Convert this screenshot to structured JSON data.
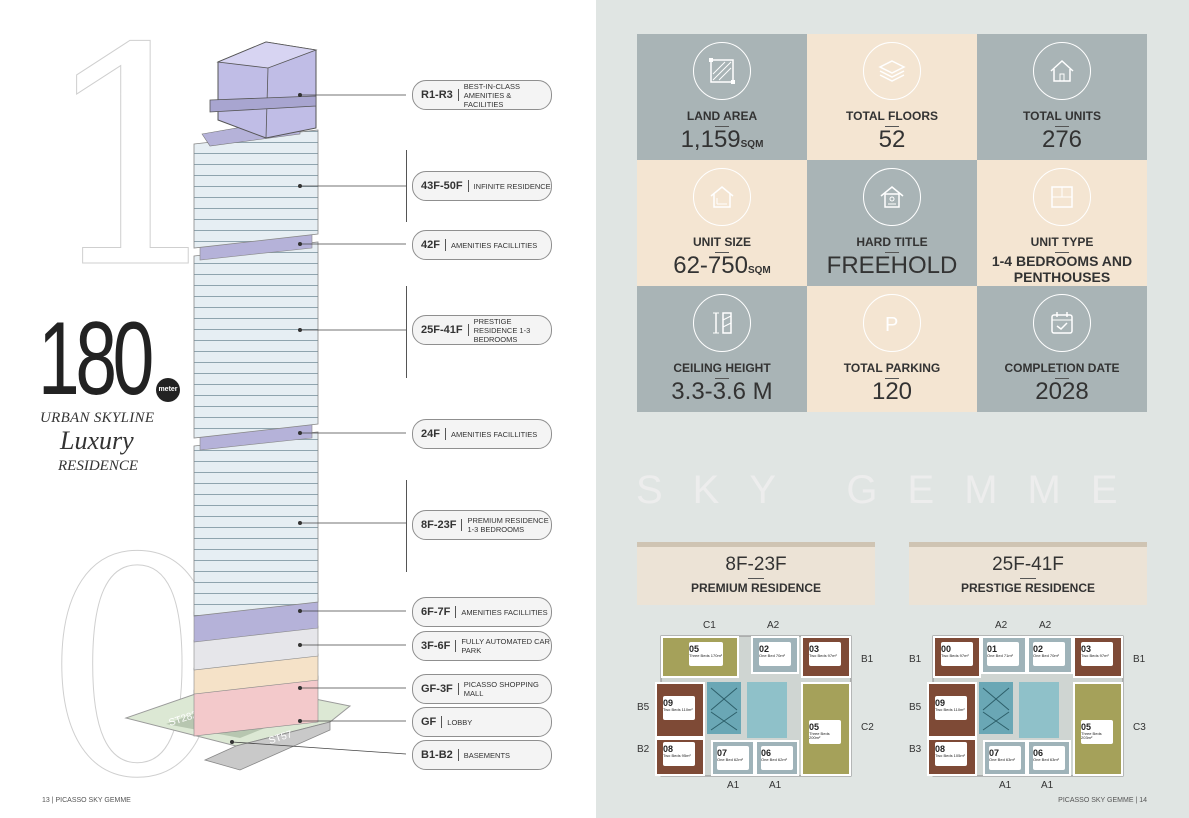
{
  "left": {
    "big_digit_top": "1",
    "big_digit_bottom": "0",
    "height_value": "180",
    "height_unit": "meter",
    "tagline": [
      "URBAN SKYLINE",
      "Luxury",
      "RESIDENCE"
    ],
    "floors": [
      {
        "code": "R1-R3",
        "desc": "BEST-IN-CLASS AMENITIES & FACILITIES"
      },
      {
        "code": "43F-50F",
        "desc": "INFINITE RESIDENCE"
      },
      {
        "code": "42F",
        "desc": "AMENITIES FACILLITIES"
      },
      {
        "code": "25F-41F",
        "desc": "PRESTIGE RESIDENCE 1-3 BEDROOMS"
      },
      {
        "code": "24F",
        "desc": "AMENITIES FACILLITIES"
      },
      {
        "code": "8F-23F",
        "desc": "PREMIUM RESIDENCE 1-3 BEDROOMS"
      },
      {
        "code": "6F-7F",
        "desc": "AMENITIES FACILLITIES"
      },
      {
        "code": "3F-6F",
        "desc": "FULLY AUTOMATED CAR PARK"
      },
      {
        "code": "GF-3F",
        "desc": "PICASSO SHOPPING MALL"
      },
      {
        "code": "GF",
        "desc": "LOBBY"
      },
      {
        "code": "B1-B2",
        "desc": "BASEMENTS"
      }
    ],
    "street_a": "ST282",
    "street_b": "ST57",
    "footer": "13 | PICASSO SKY GEMME"
  },
  "right": {
    "stats": [
      {
        "label": "LAND AREA",
        "value": "1,159",
        "unit": "SQM",
        "icon": "land-area-icon"
      },
      {
        "label": "TOTAL FLOORS",
        "value": "52",
        "unit": "",
        "icon": "floors-icon"
      },
      {
        "label": "TOTAL UNITS",
        "value": "276",
        "unit": "",
        "icon": "home-icon"
      },
      {
        "label": "UNIT SIZE",
        "value": "62-750",
        "unit": "SQM",
        "icon": "unit-size-icon"
      },
      {
        "label": "HARD TITLE",
        "value": "FREEHOLD",
        "unit": "",
        "icon": "title-icon"
      },
      {
        "label": "UNIT TYPE",
        "value": "1-4 BEDROOMS AND PENTHOUSES",
        "unit": "",
        "icon": "unit-type-icon"
      },
      {
        "label": "CEILING HEIGHT",
        "value": "3.3-3.6 M",
        "unit": "",
        "icon": "ceiling-icon"
      },
      {
        "label": "TOTAL PARKING",
        "value": "120",
        "unit": "",
        "icon": "parking-icon"
      },
      {
        "label": "COMPLETION DATE",
        "value": "2028",
        "unit": "",
        "icon": "calendar-icon"
      }
    ],
    "brand_word": "SKY GEMME",
    "plans": [
      {
        "floors": "8F-23F",
        "name": "PREMIUM RESIDENCE",
        "tags": [
          "C1",
          "A2",
          "B1",
          "B5",
          "C2",
          "B2",
          "A1",
          "A1"
        ],
        "units": [
          {
            "num": "05",
            "desc": "Three Beds 170m²"
          },
          {
            "num": "02",
            "desc": "One Bed 70m²"
          },
          {
            "num": "03",
            "desc": "Two Beds 97m²"
          },
          {
            "num": "09",
            "desc": "Two Beds 110m²"
          },
          {
            "num": "05",
            "desc": "Three Beds 200m²"
          },
          {
            "num": "08",
            "desc": "Two Beds 95m²"
          },
          {
            "num": "07",
            "desc": "One Bed 62m²"
          },
          {
            "num": "06",
            "desc": "One Bed 62m²"
          }
        ]
      },
      {
        "floors": "25F-41F",
        "name": "PRESTIGE RESIDENCE",
        "tags": [
          "A2",
          "A2",
          "B1",
          "B1",
          "B5",
          "C3",
          "B3",
          "A1",
          "A1"
        ],
        "units": [
          {
            "num": "00",
            "desc": "Two Beds 97m²"
          },
          {
            "num": "01",
            "desc": "One Bed 71m²"
          },
          {
            "num": "02",
            "desc": "One Bed 70m²"
          },
          {
            "num": "03",
            "desc": "Two Beds 97m²"
          },
          {
            "num": "09",
            "desc": "Two Beds 110m²"
          },
          {
            "num": "05",
            "desc": "Three Beds 203m²"
          },
          {
            "num": "08",
            "desc": "Two Beds 105m²"
          },
          {
            "num": "07",
            "desc": "One Bed 63m²"
          },
          {
            "num": "06",
            "desc": "One Bed 63m²"
          }
        ]
      }
    ],
    "footer": "PICASSO SKY GEMME | 14"
  },
  "colors": {
    "stat_gray": "#a9b4b6",
    "stat_cream": "#f4e5d2",
    "tower_glass": "#dfeaf0",
    "tower_purple": "#b9b8dc",
    "unit_brown": "#7e4a36",
    "unit_olive": "#a5a15a",
    "unit_blue": "#9fb3b9"
  }
}
